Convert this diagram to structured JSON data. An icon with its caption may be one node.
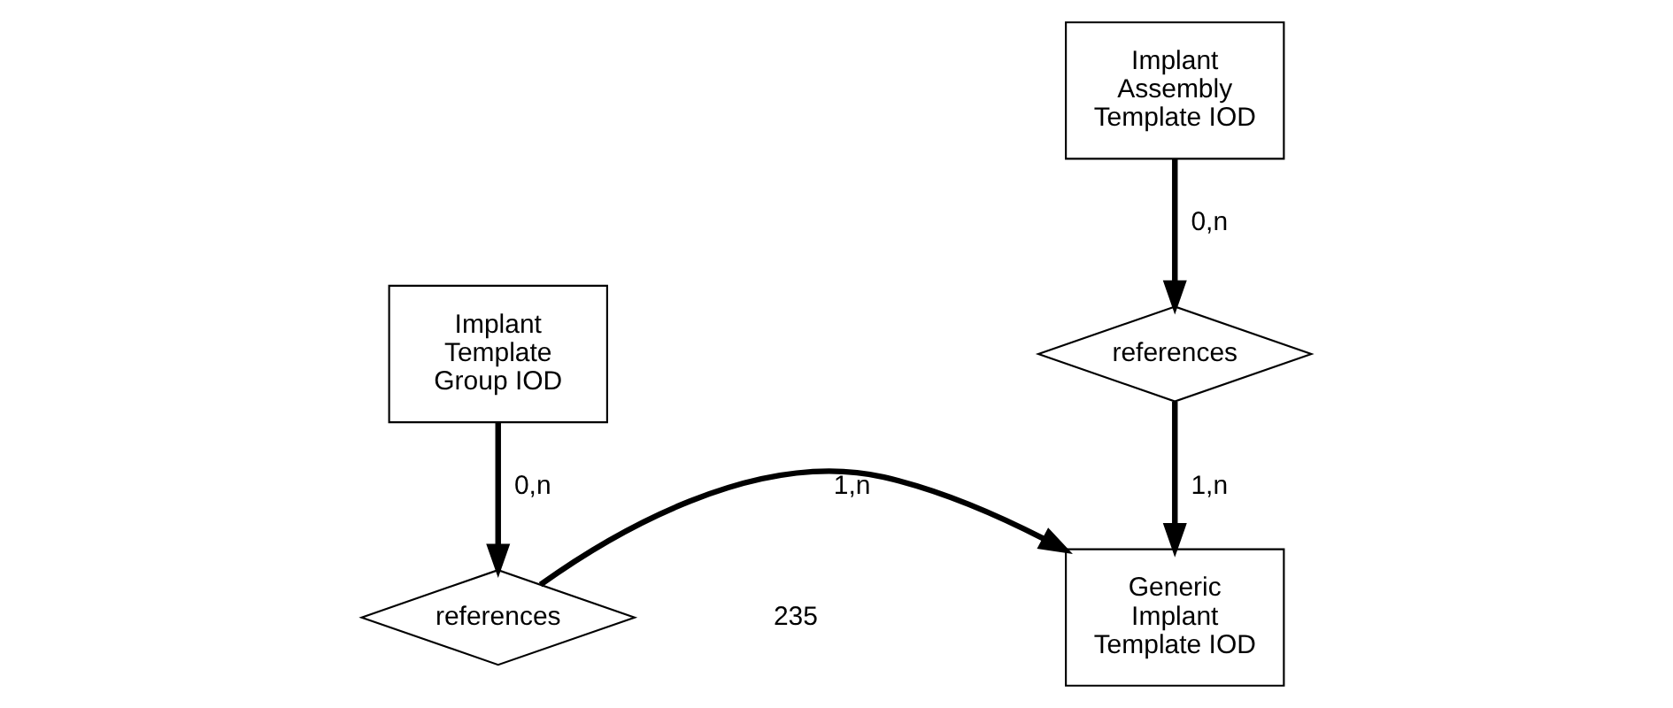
{
  "diagram": {
    "nodes": [
      {
        "text": [
          "Implant Assembly Template IOD"
        ]
      },
      {
        "text": [
          "references"
        ]
      },
      {
        "text": [
          "Implant Template Group IOD"
        ]
      },
      {
        "text": [
          "Generic Implant Template IOD"
        ]
      },
      {
        "text": [
          "references"
        ]
      }
    ],
    "edges": [
      {
        "from": 0,
        "to": 1,
        "arrow": "to",
        "label": "0,n"
      },
      {
        "from": 1,
        "to": 3,
        "arrow": "to",
        "label": "1,n"
      },
      {
        "from": 2,
        "to": 4,
        "arrow": "to",
        "label": "0,n"
      },
      {
        "from": 4,
        "to": 3,
        "arrow": "to",
        "label": "1,n"
      }
    ],
    "labels": [
      "235"
    ]
  }
}
